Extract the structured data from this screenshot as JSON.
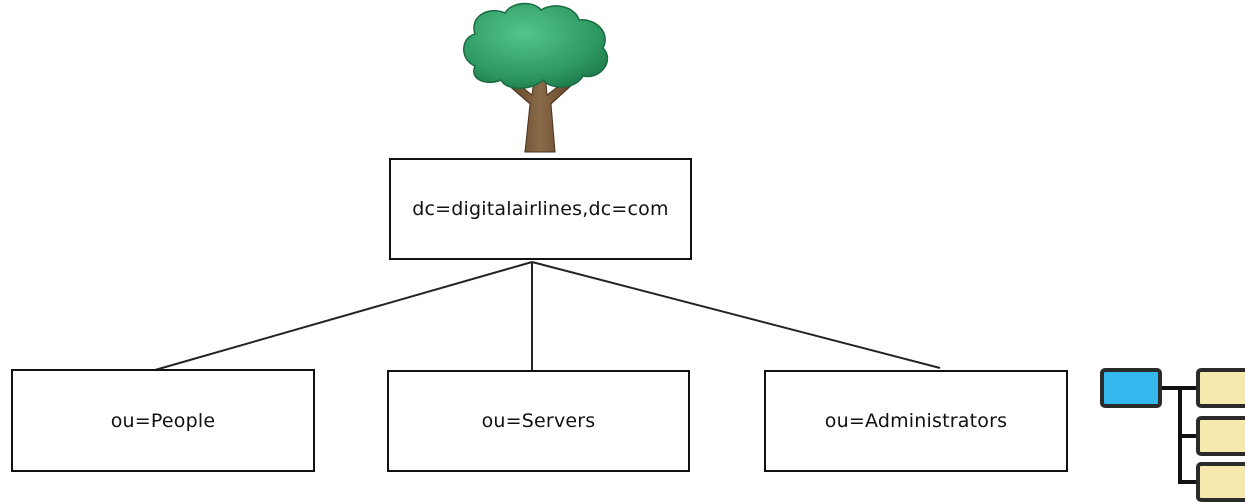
{
  "diagram": {
    "root": {
      "label": "dc=digitalairlines,dc=com"
    },
    "children": [
      {
        "label": "ou=People"
      },
      {
        "label": "ou=Servers"
      },
      {
        "label": "ou=Administrators"
      }
    ]
  },
  "colors": {
    "tree_foliage": "#3aa66f",
    "tree_trunk": "#7a5a3a",
    "box_border": "#111111",
    "icon_root_box": "#35b8ee",
    "icon_child_box": "#f5e9ad"
  },
  "icons": {
    "tree": "tree-icon",
    "hierarchy": "hierarchy-icon"
  }
}
